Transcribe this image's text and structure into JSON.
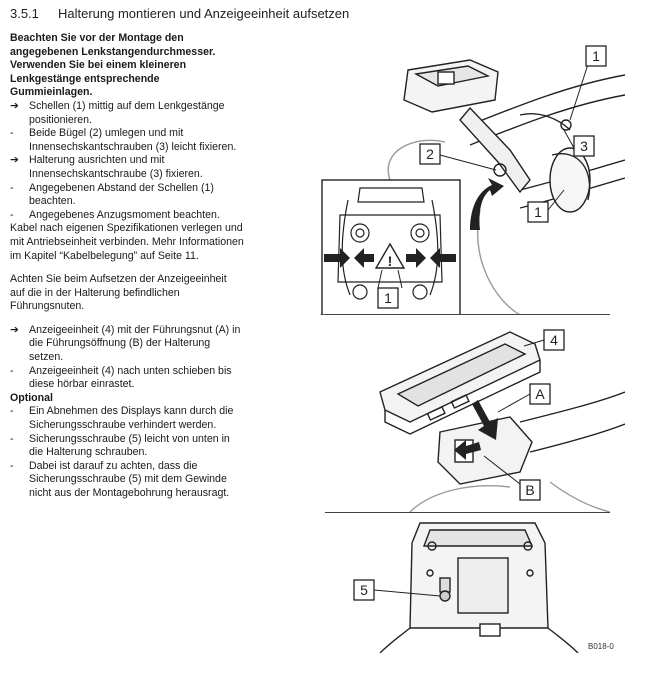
{
  "section": {
    "number": "3.5.1",
    "title": "Halterung montieren und Anzeigeeinheit aufsetzen"
  },
  "intro": {
    "line1": "Beachten Sie vor der Montage den angegebenen Lenkstangendurchmesser.",
    "line2": "Verwenden Sie bei einem kleineren Lenkgestänge entsprechende Gummieinlagen."
  },
  "steps_a": [
    {
      "marker": "➔",
      "text": "Schellen (1) mittig auf dem Lenkgestänge positionieren."
    },
    {
      "marker": "-",
      "text": "Beide Bügel (2) umlegen und mit Innensechskantschrauben (3) leicht fixieren."
    },
    {
      "marker": "➔",
      "text": "Halterung ausrichten und mit Innensechskantschraube (3) fixieren."
    },
    {
      "marker": "-",
      "text": "Angegebenen Abstand der Schellen (1) beachten."
    },
    {
      "marker": "-",
      "text": "Angegebenes Anzugsmoment beachten."
    }
  ],
  "cable_note": "Kabel nach eigenen Spezifikationen verlegen und mit Antriebseinheit verbinden. Mehr Informationen im Kapitel “Kabelbelegung” auf Seite 11.",
  "display_note": "Achten Sie beim Aufsetzen der Anzeigeeinheit auf die in der Halterung befindlichen Führungsnuten.",
  "steps_b": [
    {
      "marker": "➔",
      "text": "Anzeigeeinheit (4) mit der Führungsnut (A) in die Führungsöffnung (B) der Halterung setzen."
    },
    {
      "marker": "-",
      "text": "Anzeigeeinheit (4) nach unten schieben bis diese hörbar einrastet."
    }
  ],
  "optional": {
    "title": "Optional",
    "items": [
      {
        "marker": "-",
        "text": "Ein Abnehmen des Displays kann durch die Sicherungsschraube verhindert werden."
      },
      {
        "marker": "-",
        "text": "Sicherungsschraube (5) leicht von unten in die Halterung schrauben."
      },
      {
        "marker": "-",
        "text": "Dabei ist darauf zu achten, dass die Sicherungsschraube (5) mit dem Gewinde nicht aus der Montagebohrung herausragt."
      }
    ]
  },
  "figure_labels": {
    "l1": "1",
    "l2": "2",
    "l3": "3",
    "l4": "4",
    "la": "A",
    "lb": "B",
    "l5": "5",
    "warn": "!"
  },
  "figure_code": "B018-0"
}
